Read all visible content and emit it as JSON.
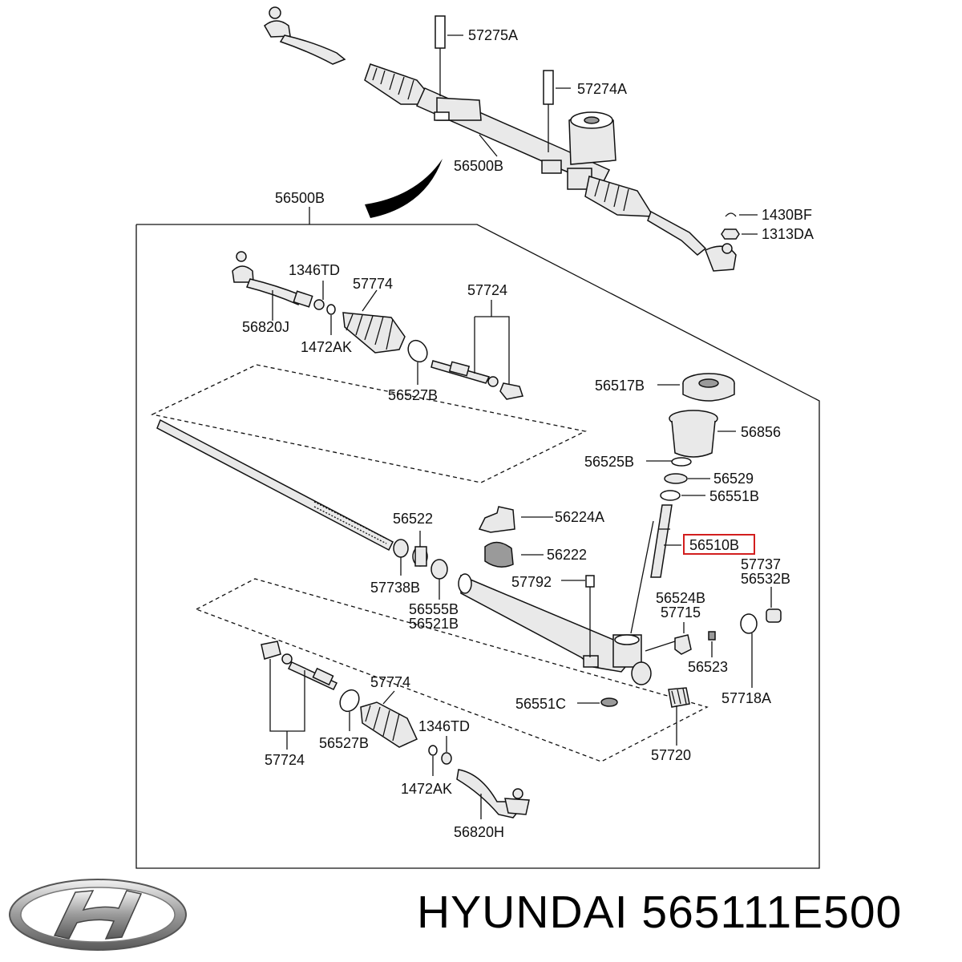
{
  "labels": {
    "top_bolt_1": "57275A",
    "top_bolt_2": "57274A",
    "top_assembly": "56500B",
    "top_clip": "1430BF",
    "top_nut": "1313DA",
    "box_title": "56500B",
    "nut_upper": "1346TD",
    "boot_upper": "57774",
    "tie_rod_upper": "56820J",
    "washer_upper": "1472AK",
    "inner_rod_upper": "57724",
    "clamp_upper": "56527B",
    "bearing_cap": "56517B",
    "housing_cover": "56856",
    "snap_ring": "56525B",
    "seal_ring": "56529",
    "bushing_b": "56551B",
    "pinion": "56510B",
    "bracket": "56224A",
    "bushing": "56222",
    "bush_56522": "56522",
    "bush_57738b": "57738B",
    "bush_56555b": "56555B",
    "bush_56521b": "56521B",
    "plug_57792": "57792",
    "seal_57737": "57737",
    "seal_56532b": "56532B",
    "yoke_56524b": "56524B",
    "yoke_57715": "57715",
    "screw_56523": "56523",
    "cap_57718a": "57718A",
    "spring_57720": "57720",
    "seal_56551c": "56551C",
    "boot_lower": "57774",
    "nut_lower": "1346TD",
    "clamp_lower": "56527B",
    "inner_rod_lower": "57724",
    "washer_lower": "1472AK",
    "tie_rod_lower": "56820H"
  },
  "brand": {
    "text": "HYUNDAI 565111E500",
    "logo": "hyundai-logo"
  },
  "colors": {
    "highlight": "#d21e1e",
    "line": "#111111"
  }
}
